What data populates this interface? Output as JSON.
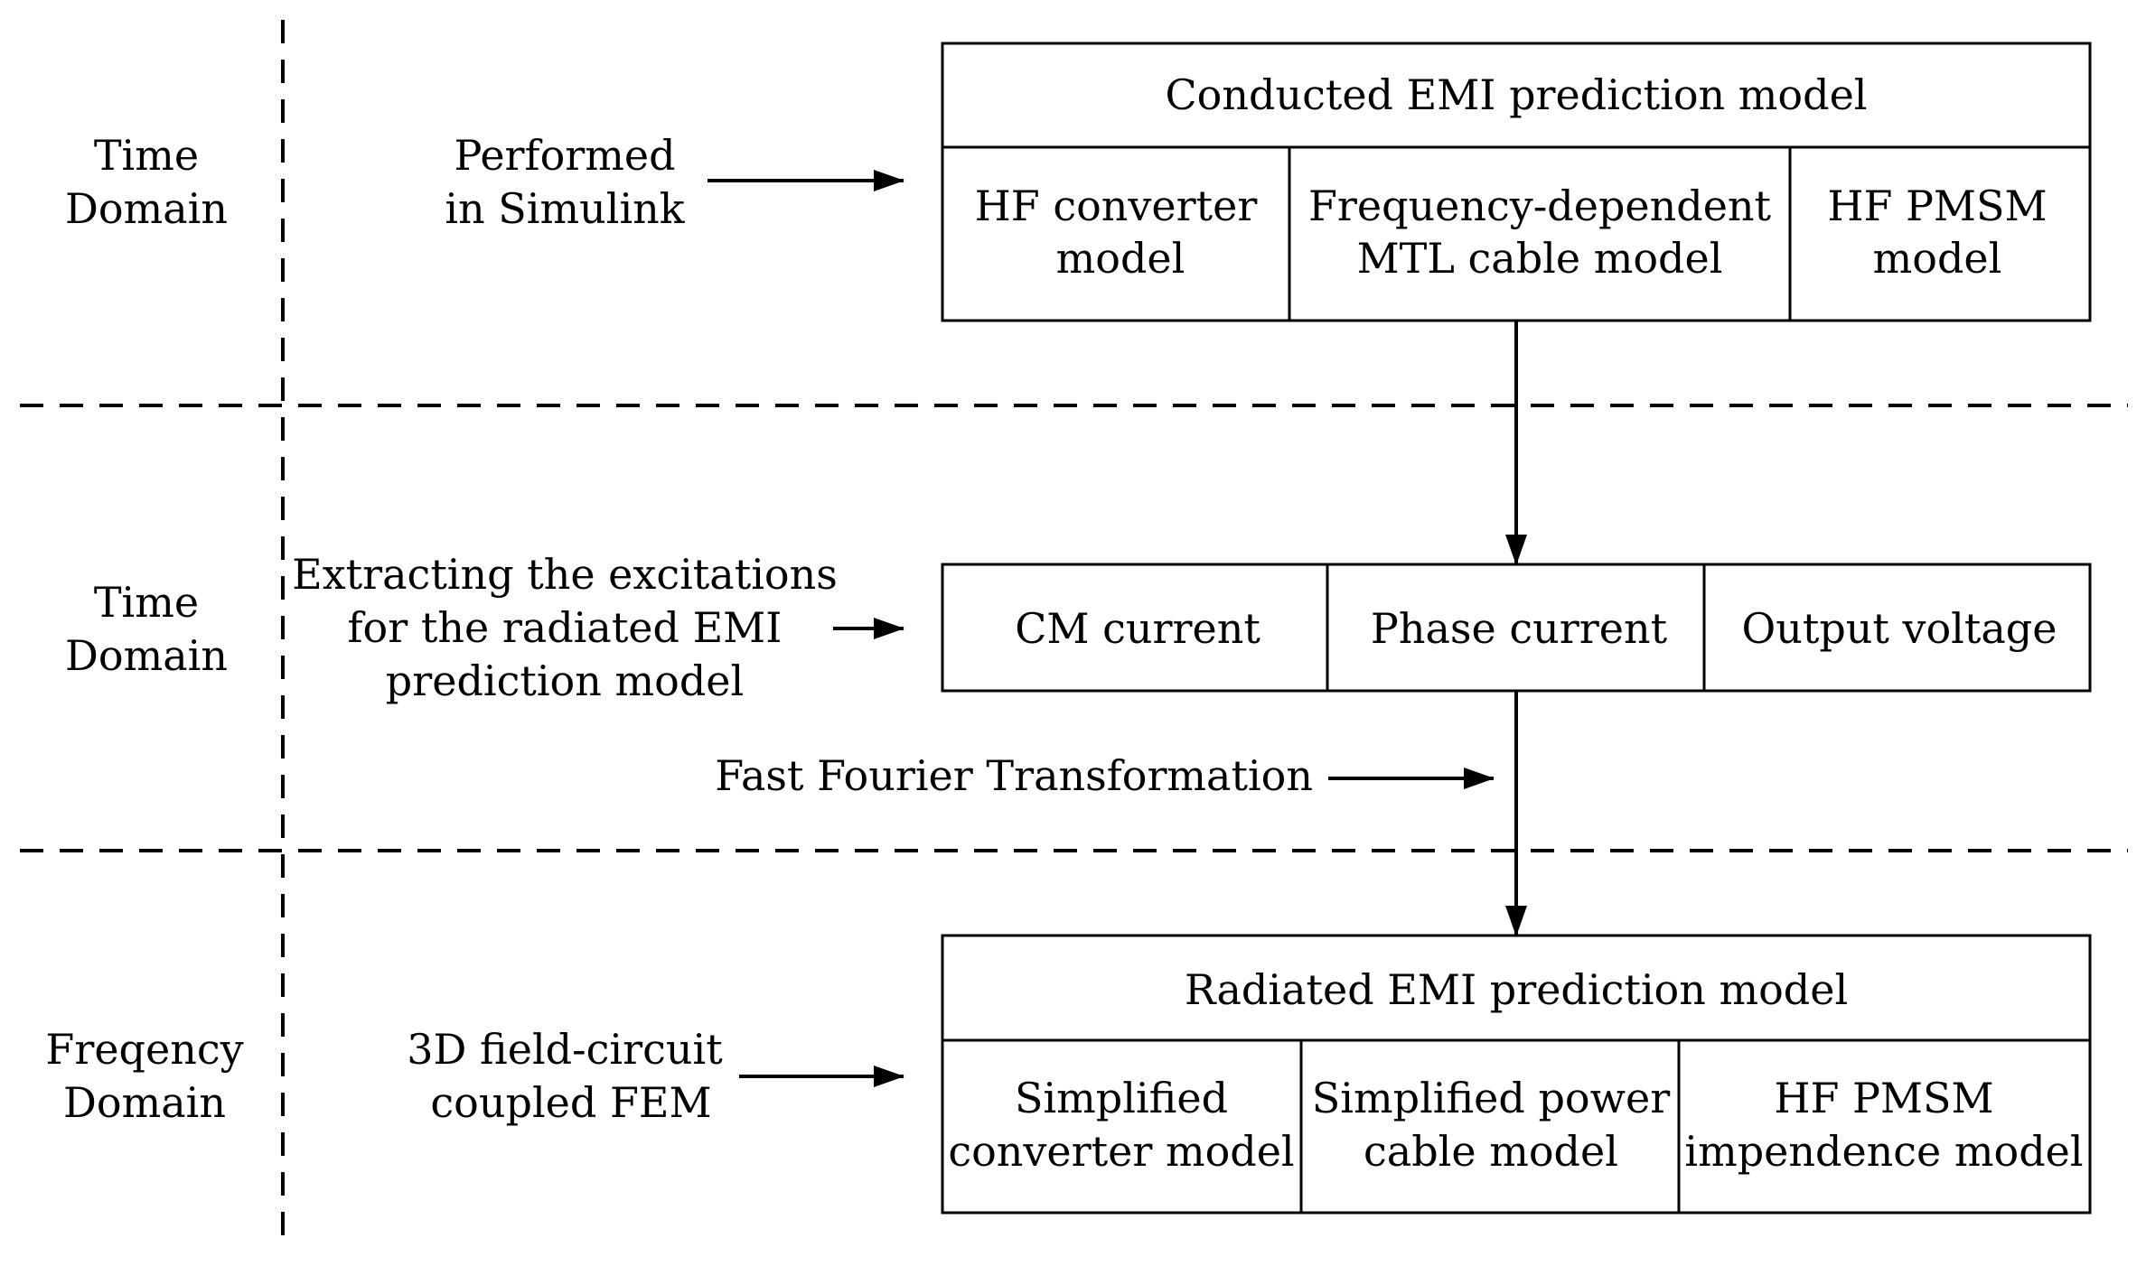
{
  "rows": [
    {
      "domain_lines": [
        "Time",
        "Domain"
      ],
      "desc_lines": [
        "Performed",
        "in Simulink"
      ]
    },
    {
      "domain_lines": [
        "Time",
        "Domain"
      ],
      "desc_lines": [
        "Extracting the excitations",
        "for the radiated EMI",
        "prediction model"
      ]
    },
    {
      "domain_lines": [
        "Freqency",
        "Domain"
      ],
      "desc_lines": [
        "3D field-circuit",
        "coupled FEM"
      ]
    }
  ],
  "conducted_model": {
    "title": "Conducted EMI prediction model",
    "cells": [
      [
        "HF converter",
        "model"
      ],
      [
        "Frequency-dependent",
        "MTL cable model"
      ],
      [
        "HF PMSM",
        "model"
      ]
    ]
  },
  "excitations": {
    "cells": [
      "CM current",
      "Phase current",
      "Output voltage"
    ]
  },
  "fft_label": "Fast Fourier Transformation",
  "radiated_model": {
    "title": "Radiated EMI prediction model",
    "cells": [
      [
        "Simplified",
        "converter model"
      ],
      [
        "Simplified power",
        "cable model"
      ],
      [
        "HF PMSM",
        "impendence model"
      ]
    ]
  }
}
